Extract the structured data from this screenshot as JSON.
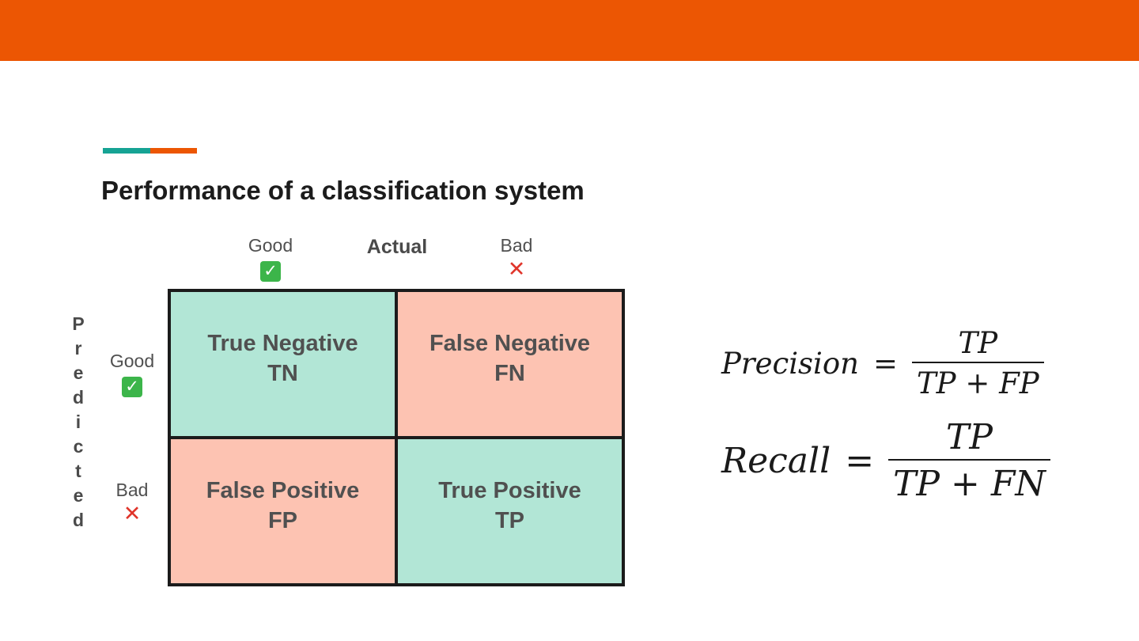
{
  "colors": {
    "brand_orange": "#ec5603",
    "teal_accent": "#16a394",
    "true_cell": "#b2e6d6",
    "false_cell": "#fdc3b2"
  },
  "title": "Performance of a classification system",
  "matrix": {
    "actual_label": "Actual",
    "predicted_label": "Predicted",
    "columns": [
      {
        "label": "Good",
        "mark_icon": "check-icon",
        "mark": "✓"
      },
      {
        "label": "Bad",
        "mark_icon": "cross-icon",
        "mark": "✕"
      }
    ],
    "rows": [
      {
        "label": "Good",
        "mark_icon": "check-icon",
        "mark": "✓"
      },
      {
        "label": "Bad",
        "mark_icon": "cross-icon",
        "mark": "✕"
      }
    ],
    "cells": [
      {
        "name": "True Negative",
        "abbr": "TN",
        "kind": "true"
      },
      {
        "name": "False Negative",
        "abbr": "FN",
        "kind": "false"
      },
      {
        "name": "False Positive",
        "abbr": "FP",
        "kind": "false"
      },
      {
        "name": "True Positive",
        "abbr": "TP",
        "kind": "true"
      }
    ]
  },
  "formulas": {
    "precision": {
      "lhs": "Precision",
      "eq": "=",
      "num": "TP",
      "den_left": "TP",
      "plus": "+",
      "den_right": "FP"
    },
    "recall": {
      "lhs": "Recall",
      "eq": "=",
      "num": "TP",
      "den_left": "TP",
      "plus": "+",
      "den_right": "FN"
    }
  }
}
